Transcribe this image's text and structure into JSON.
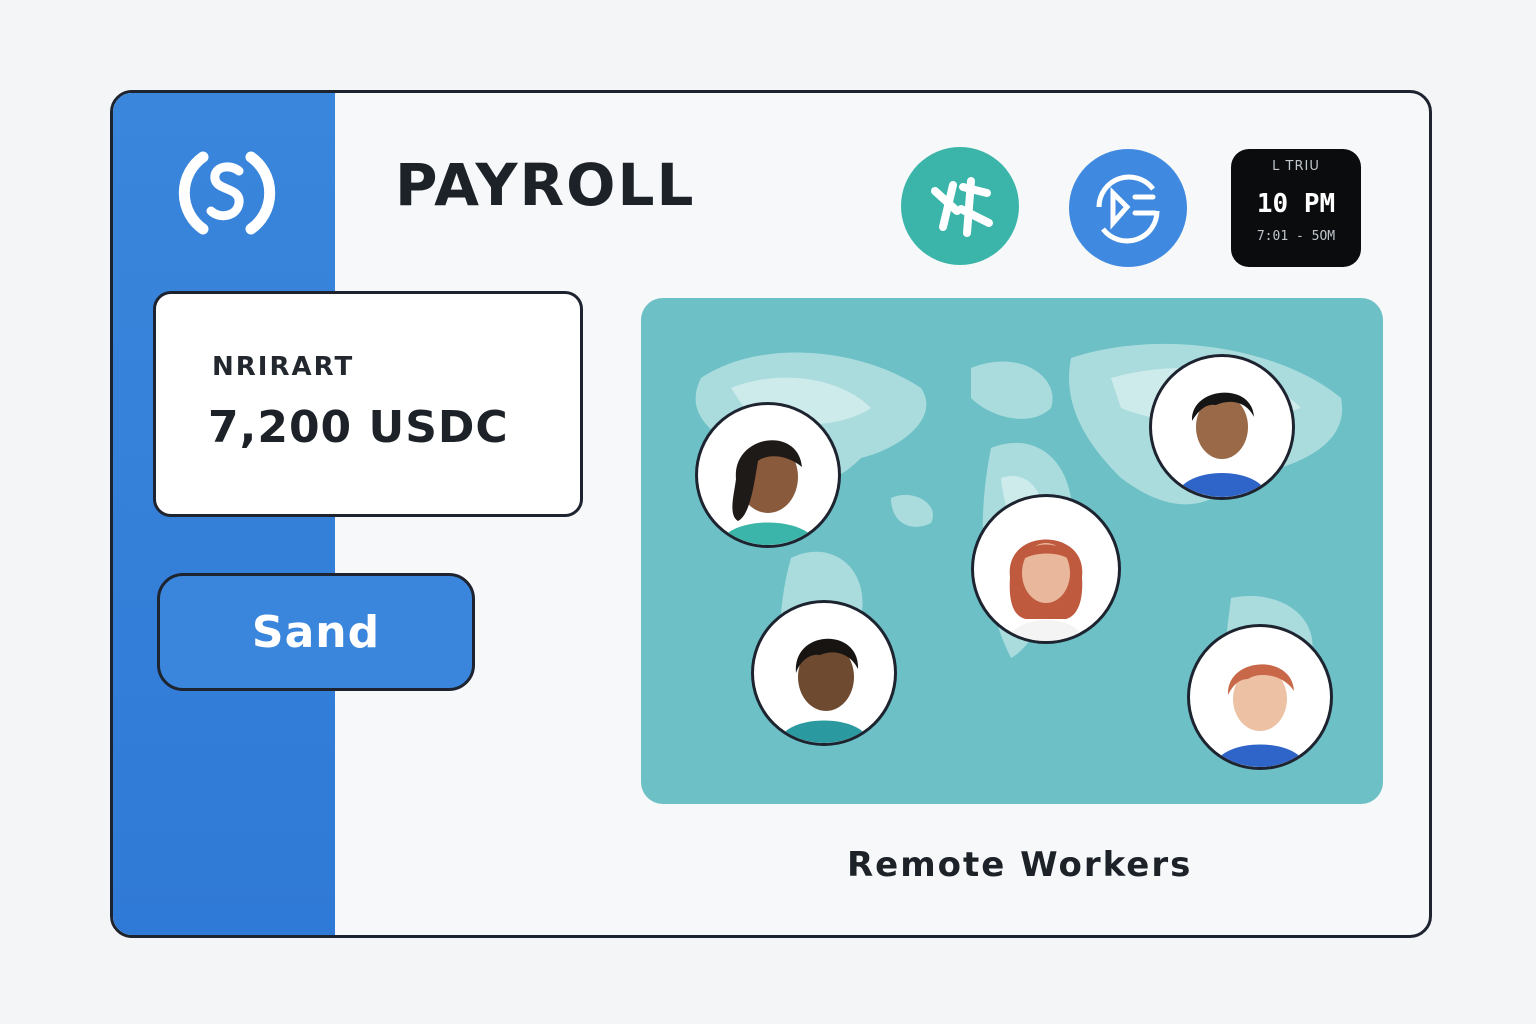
{
  "app": {
    "title": "PAYROLL",
    "logo_icon": "usdc-coin-icon"
  },
  "header": {
    "icons": [
      {
        "name": "teal-app-icon",
        "color": "#3bb5a9"
      },
      {
        "name": "blue-app-icon",
        "color": "#3f8ae0"
      }
    ],
    "clock": {
      "top_label": "L TRIU",
      "time": "10 PM",
      "range": "7:01 - 5OM"
    }
  },
  "payment": {
    "label": "NRIRART",
    "amount": "7,200 USDC",
    "send_label": "Sand"
  },
  "map": {
    "caption": "Remote Workers",
    "workers": [
      {
        "name": "worker-avatar-1"
      },
      {
        "name": "worker-avatar-2"
      },
      {
        "name": "worker-avatar-3"
      },
      {
        "name": "worker-avatar-4"
      },
      {
        "name": "worker-avatar-5"
      }
    ]
  },
  "colors": {
    "sidebar": "#3a86dc",
    "map": "#6cc0c6",
    "send_button": "#3a86dc",
    "clock_bg": "#0b0c0d"
  }
}
